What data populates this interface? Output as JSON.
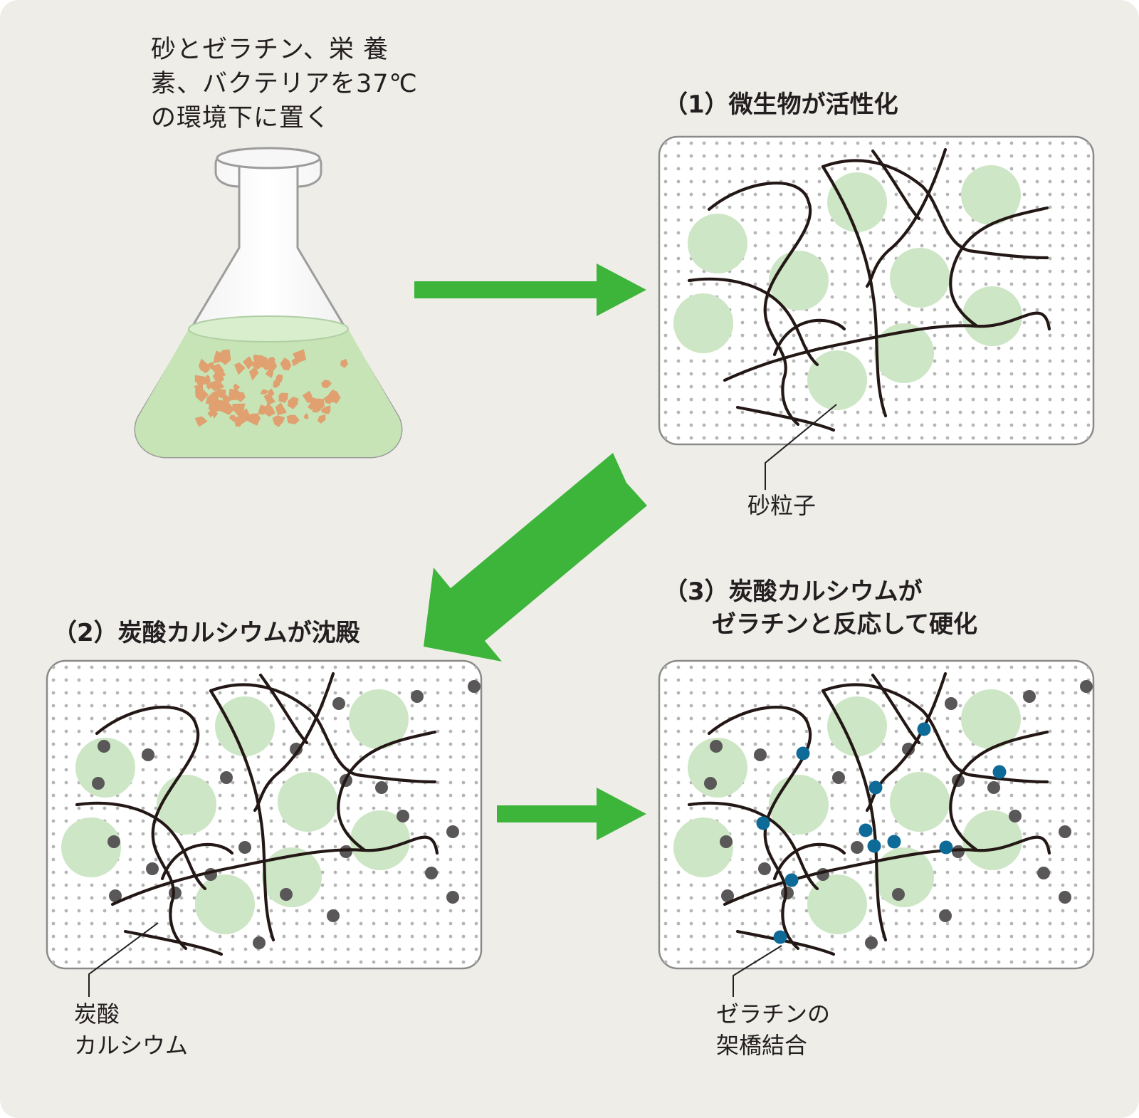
{
  "setup": {
    "lines": [
      "砂とゼラチン、栄 養",
      "素、バクテリアを37℃",
      "の環境下に置く"
    ]
  },
  "steps": [
    {
      "id": 1,
      "title_lines": [
        "（1）微生物が活性化"
      ]
    },
    {
      "id": 2,
      "title_lines": [
        "（2）炭酸カルシウムが沈殿"
      ]
    },
    {
      "id": 3,
      "title_lines": [
        "（3）炭酸カルシウムが",
        "　　ゼラチンと反応して硬化"
      ]
    }
  ],
  "callouts": {
    "sand_particle": [
      "砂粒子"
    ],
    "calcium_carbonate": [
      "炭酸",
      "カルシウム"
    ],
    "crosslink": [
      "ゼラチンの",
      "架橋結合"
    ]
  },
  "colors": {
    "background": "#eeede8",
    "panel_fill": "#ffffff",
    "panel_dots": "#b5b5b5",
    "sand_particle": "#cde6c5",
    "gelatin_fiber": "#231815",
    "calcium_carbonate": "#595757",
    "crosslink": "#0e6a97",
    "arrow": "#3db43a",
    "flask_liquid": "#c6e4b6",
    "sand_grain": "#e0a070"
  },
  "icons": [
    "erlenmeyer-flask-icon",
    "arrow-right-icon",
    "arrow-down-left-icon"
  ]
}
